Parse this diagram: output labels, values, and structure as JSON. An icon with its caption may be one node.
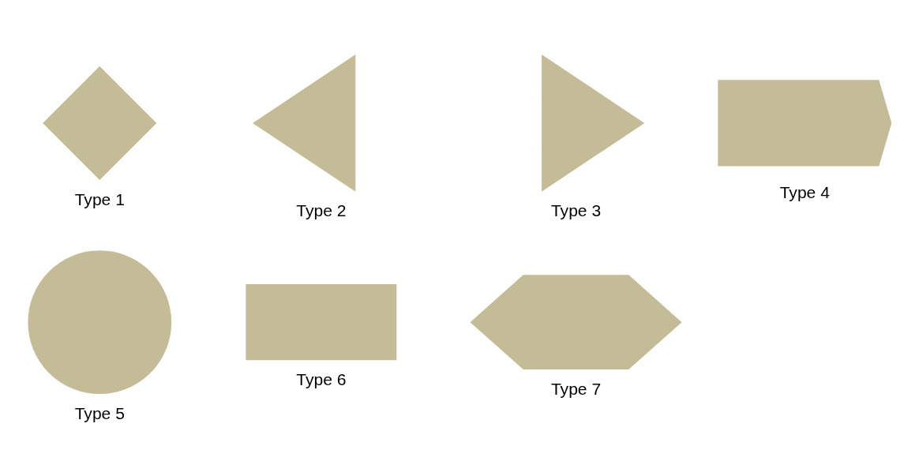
{
  "diagram": {
    "nodes": [
      {
        "text": [],
        "shape": "diamond",
        "beside": [
          "Type 1"
        ]
      },
      {
        "text": [],
        "shape": "triangle",
        "beside": [
          "Type 2"
        ]
      },
      {
        "text": [],
        "shape": "triangle",
        "beside": [
          "Type 3"
        ]
      },
      {
        "text": [],
        "shape": "arrow",
        "beside": [
          "Type 4"
        ]
      },
      {
        "text": [],
        "shape": "circle",
        "beside": [
          "Type 5"
        ]
      },
      {
        "text": [],
        "shape": "box",
        "beside": [
          "Type 6"
        ]
      },
      {
        "text": [],
        "shape": "hexagon",
        "beside": [
          "Type 7"
        ]
      }
    ]
  }
}
